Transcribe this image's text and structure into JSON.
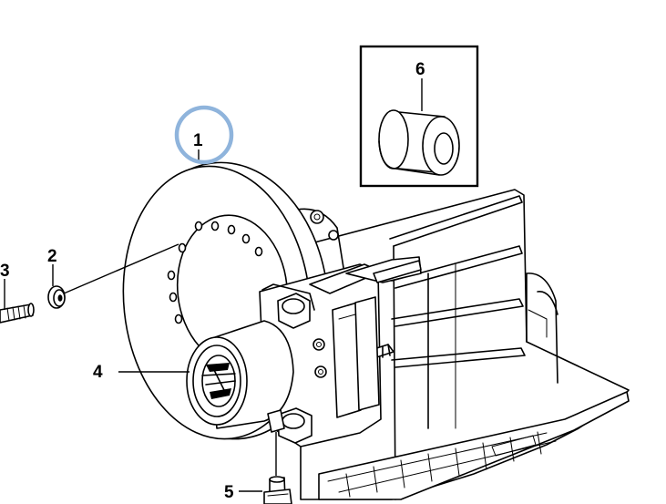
{
  "diagram": {
    "callouts": {
      "disc": "1",
      "washer": "2",
      "bolt": "3",
      "caliper": "4",
      "bleed_screw": "5",
      "bushing": "6"
    },
    "highlight_color": "#8fb4dc"
  }
}
